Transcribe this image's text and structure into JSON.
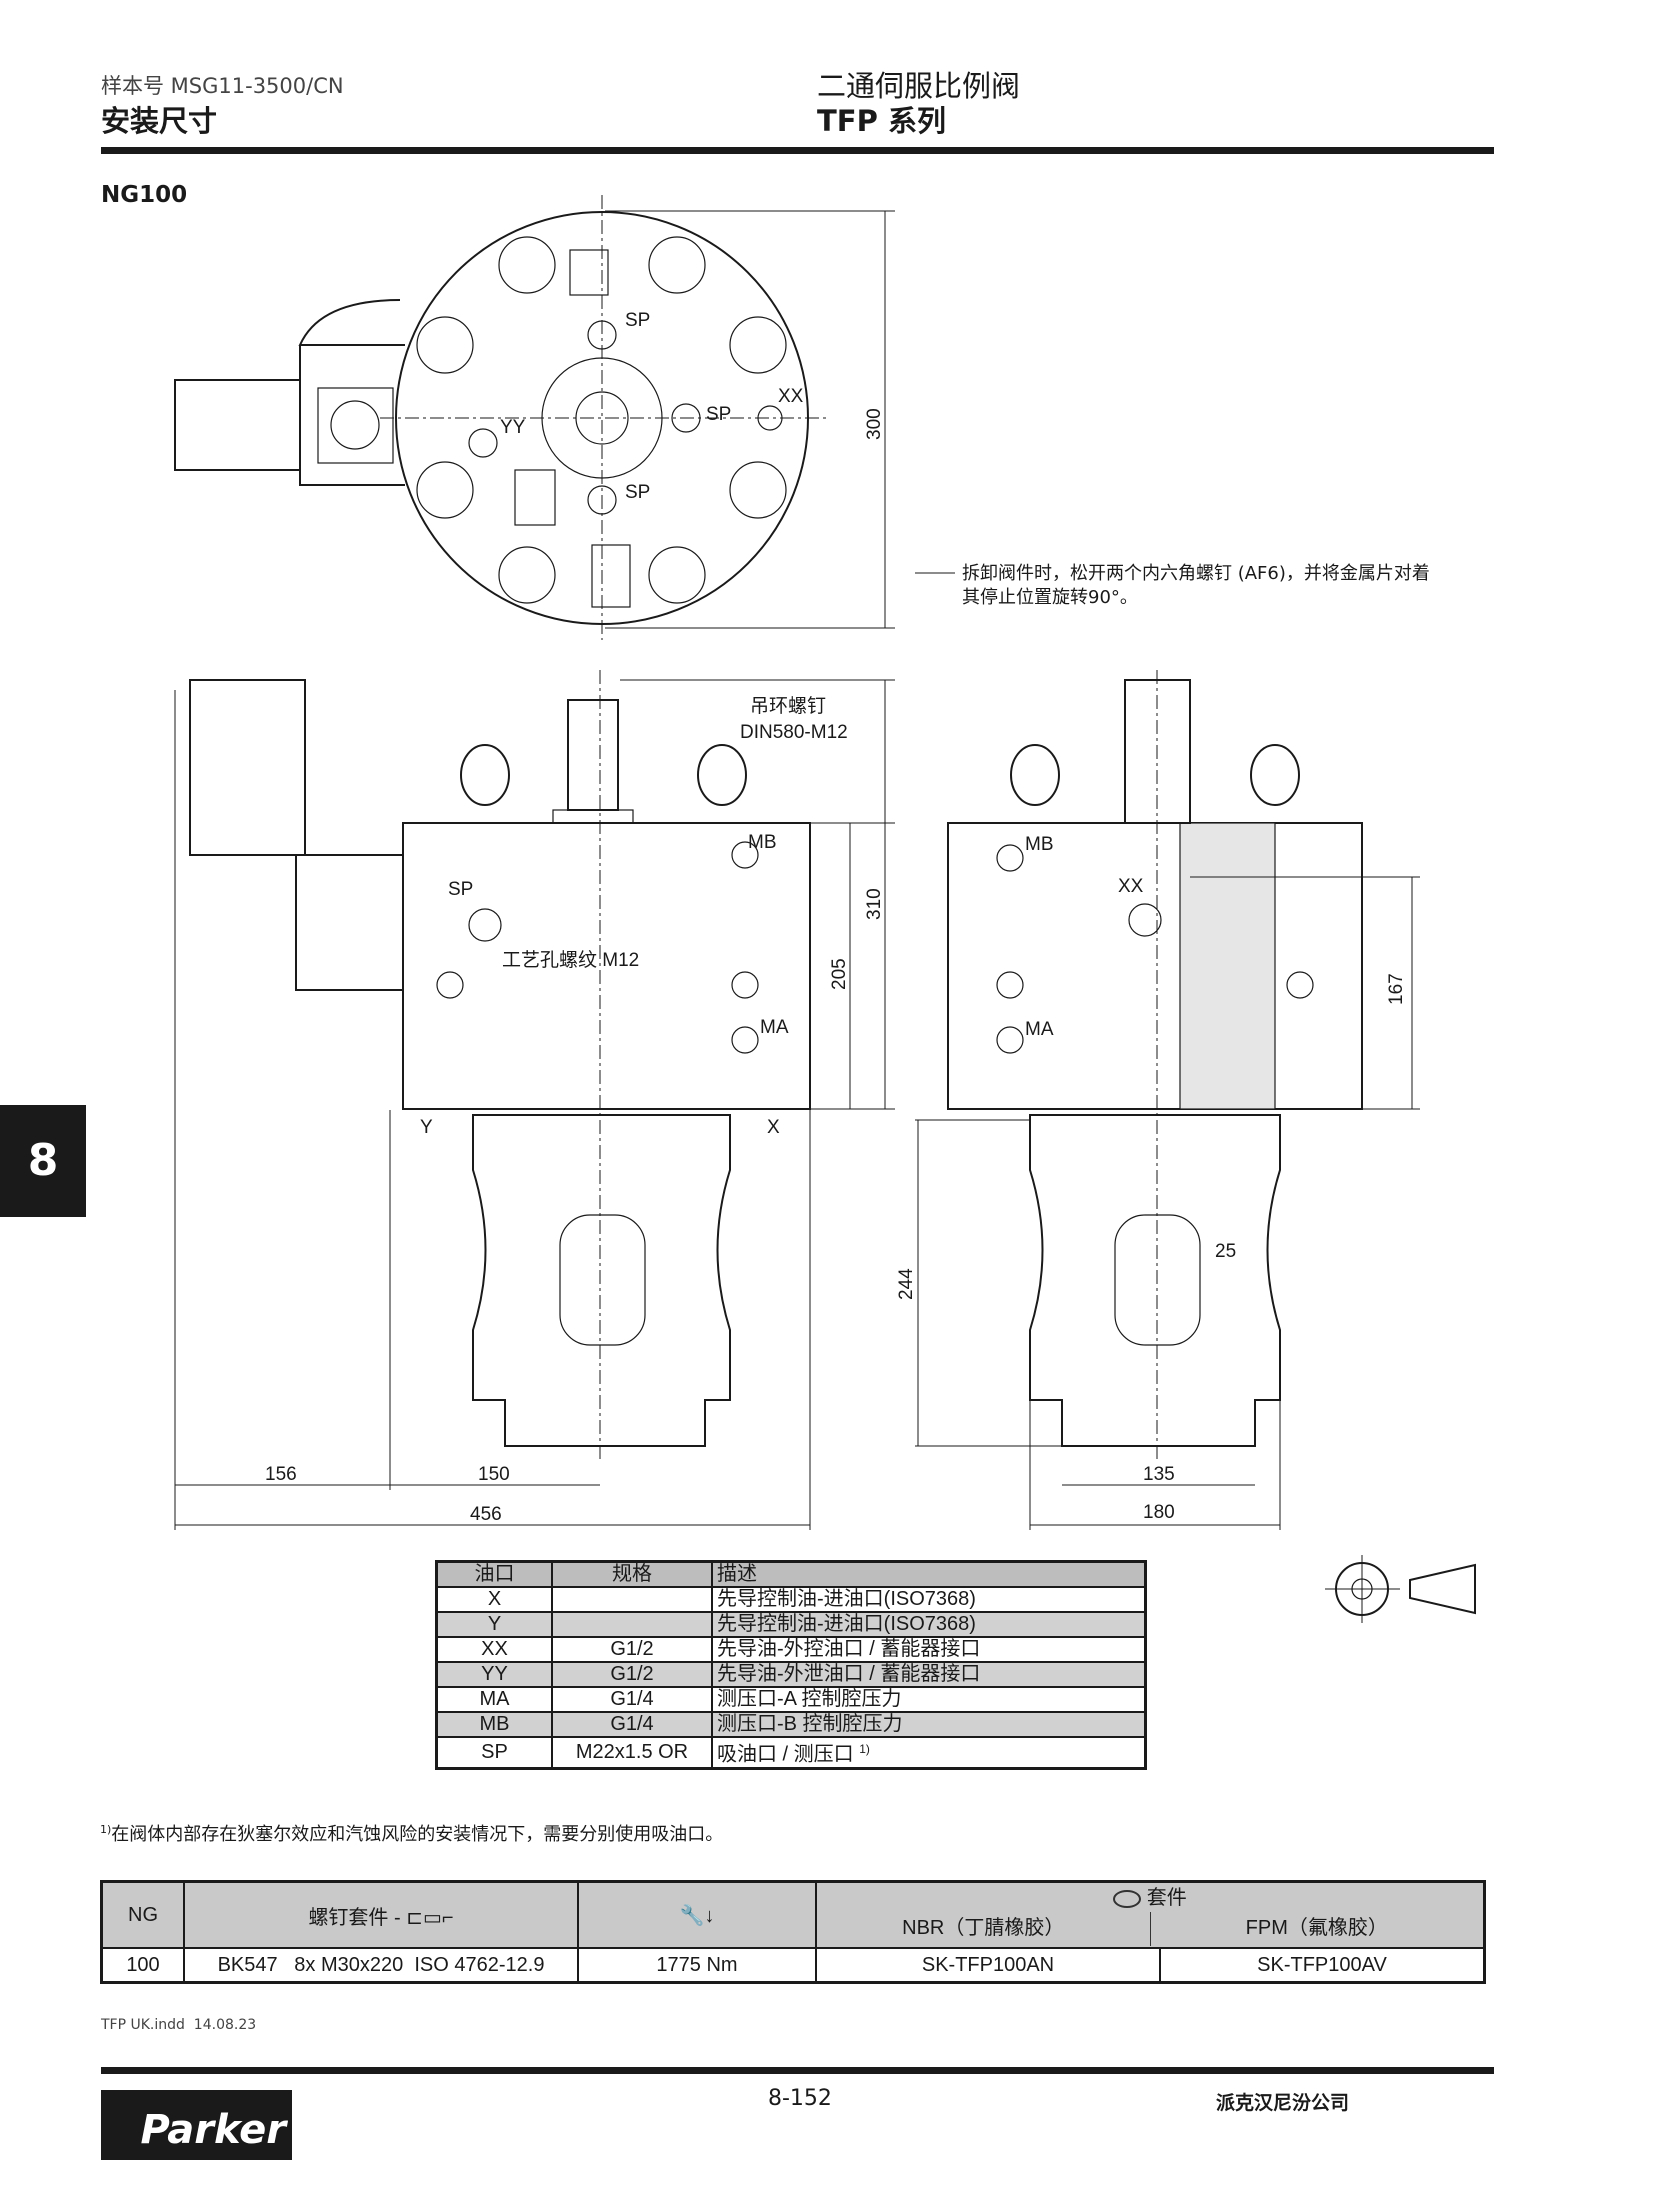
{
  "header": {
    "catalog_no": "样本号 MSG11-3500/CN",
    "section_title": "安装尺寸",
    "product_name": "二通伺服比例阀",
    "series": "TFP 系列"
  },
  "size_label": "NG100",
  "drawing": {
    "top_view": {
      "labels": [
        "SP",
        "SP",
        "SP",
        "YY",
        "XX"
      ],
      "dim_300": "300"
    },
    "removal_note": [
      "拆卸阀件时，松开两个内六角螺钉 (AF6)，并将金属片对着",
      "其停止位置旋转90°。"
    ],
    "front_view": {
      "eyebolt_label": "吊环螺钉",
      "eyebolt_spec": "DIN580-M12",
      "mb": "MB",
      "sp": "SP",
      "process_thread": "工艺孔螺纹 M12",
      "ma": "MA",
      "y": "Y",
      "x": "X",
      "dim_205": "205",
      "dim_310": "310",
      "dim_156": "156",
      "dim_150": "150",
      "dim_456": "456"
    },
    "side_view": {
      "mb": "MB",
      "xx": "XX",
      "ma": "MA",
      "dim_167": "167",
      "dim_244": "244",
      "dim_25": "25",
      "dim_135": "135",
      "dim_180": "180"
    }
  },
  "ports_table": {
    "headers": [
      "油口",
      "规格",
      "描述"
    ],
    "rows": [
      {
        "port": "X",
        "spec": "",
        "desc": "先导控制油-进油口(ISO7368)"
      },
      {
        "port": "Y",
        "spec": "",
        "desc": "先导控制油-进油口(ISO7368)"
      },
      {
        "port": "XX",
        "spec": "G1/2",
        "desc": "先导油-外控油口 / 蓄能器接口"
      },
      {
        "port": "YY",
        "spec": "G1/2",
        "desc": "先导油-外泄油口 / 蓄能器接口"
      },
      {
        "port": "MA",
        "spec": "G1/4",
        "desc": "测压口-A 控制腔压力"
      },
      {
        "port": "MB",
        "spec": "G1/4",
        "desc": "测压口-B 控制腔压力"
      },
      {
        "port": "SP",
        "spec": "M22x1.5 OR",
        "desc": "吸油口 / 测压口",
        "sup": "1)"
      }
    ]
  },
  "footnote": {
    "mark": "1)",
    "text": "在阀体内部存在狄塞尔效应和汽蚀风险的安装情况下，需要分别使用吸油口。"
  },
  "kit_table": {
    "h_ng": "NG",
    "h_bolt": "螺钉套件 -",
    "h_seal": "套件",
    "h_nbr": "NBR（丁腈橡胶）",
    "h_fpm": "FPM（氟橡胶）",
    "row": {
      "ng": "100",
      "bolt": "BK547   8x M30x220  ISO 4762-12.9",
      "torque": "1775 Nm",
      "nbr": "SK-TFP100AN",
      "fpm": "SK-TFP100AV"
    }
  },
  "side_tab": "8",
  "footer": {
    "file": "TFP UK.indd  14.08.23",
    "page": "8-152",
    "company": "派克汉尼汾公司",
    "logo": "Parker"
  }
}
